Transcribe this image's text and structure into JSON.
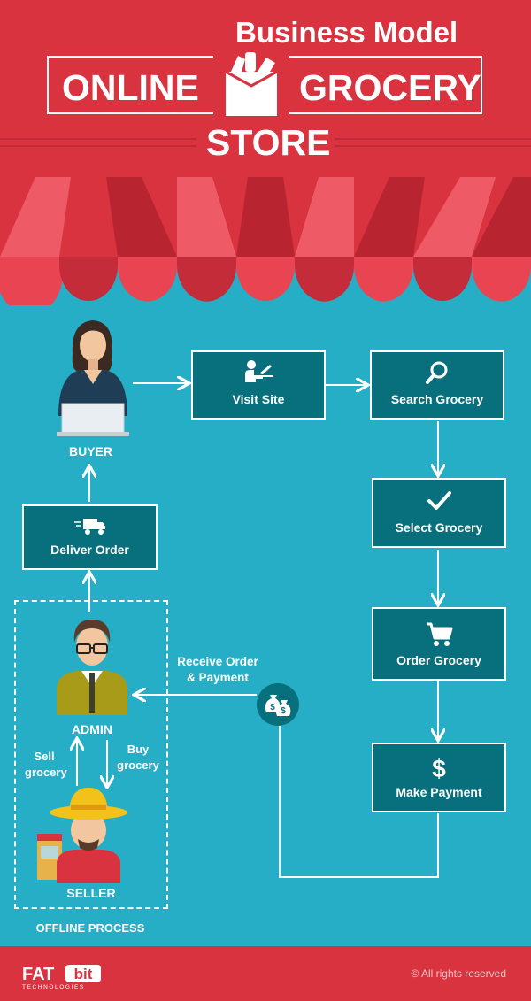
{
  "header": {
    "title_top": "Business Model",
    "title_left": "ONLINE",
    "title_right": "GROCERY",
    "title_bottom": "STORE"
  },
  "nodes": {
    "buyer": "BUYER",
    "visit_site": "Visit Site",
    "search_grocery": "Search Grocery",
    "select_grocery": "Select Grocery",
    "order_grocery": "Order Grocery",
    "make_payment": "Make Payment",
    "deliver_order": "Deliver Order",
    "admin": "ADMIN",
    "seller": "SELLER"
  },
  "edge_labels": {
    "receive_order": "Receive Order & Payment",
    "sell_grocery": "Sell grocery",
    "buy_grocery": "Buy grocery"
  },
  "offline_label": "OFFLINE PROCESS",
  "footer": {
    "brand_main": "FAT",
    "brand_accent": "bit",
    "brand_sub": "TECHNOLOGIES",
    "copyright": "All rights reserved",
    "copyright_symbol": "©"
  },
  "colors": {
    "header_red": "#d8333f",
    "background_teal": "#25aec6",
    "box_teal": "#08707c"
  }
}
